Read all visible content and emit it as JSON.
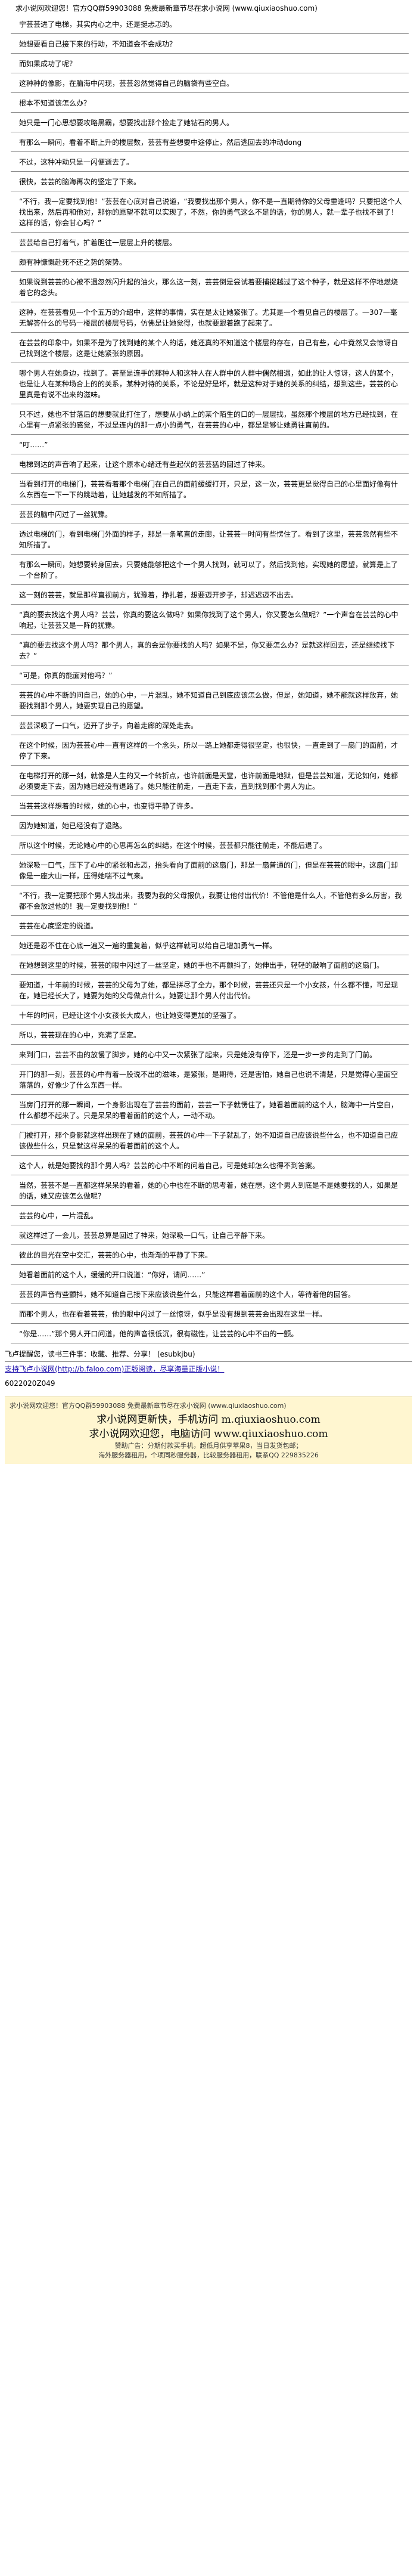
{
  "banner": "求小说网欢迎您！官方QQ群59903088 免费最新章节尽在求小说网 (www.qiuxiaoshuo.com)",
  "paragraphs": [
    "宁芸芸进了电梯，其实内心之中，还是挺忐忑的。",
    "她想要看自己接下来的行动，不知道会不会成功？",
    "而如果成功了呢？",
    "这种种的像影，在脑海中闪现，芸芸忽然觉得自己的脑袋有些空白。",
    "根本不知道该怎么办？",
    "她只是一门心思想要攻略黑霸，想要找出那个捡走了她钻石的男人。",
    "有那么一瞬间，看着不断上升的楼层数，芸芸有些想要中途停止，然后逃回去的冲动dong",
    "不过，这种冲动只是一闪便逝去了。",
    "很快，芸芸的脑海再次的坚定了下来。",
    "“不行，我一定要找到他！”芸芸在心底对自己说道，“我要找出那个男人，你不是一直期待你的父母重逢吗？只要把这个人找出来，然后再和他对，那你的愿望不就可以实现了，不然，你的勇气这么不足的话，你的男人，就一辈子也找不到了！这样的话，你会甘心吗？”",
    "芸芸给自己打着气，扩着胆往一层层上升的楼层。",
    "颇有种慷慨赴死不还之势的架势。",
    "如果说到芸芸的心被不遇忽然闪升起的油火，那么这一刻，芸芸倒是尝试着要捕捉越过了这个种子，就是这样不停地燃烧着它的念头。",
    "这种，在芸芸看见一个个五万的介绍中，这样的事情，实在是太让她紧张了。尤其是一个看见自己的楼层了。一307一毫无解答什么的号码一楼层的楼层号码，仿佛是让她觉得，也就要跟着跑了起来了。",
    "在芸芸的印象中，如果不是为了找到她的某个人的话，她还真的不知道这个楼层的存在，自己有些，心中竟然又会惊讶自己找到这个楼层，这是让她紧张的原因。",
    "哪个男人在她身边，找到了。甚至是连手的那种人和这种人在人群中的人群中偶然相遇，如此的让人惊讶，这人的某个，也是让人在某种场合上的的关系，某种对待的关系，不论是好是坏，就是这种对于她的关系的纠结，想到这些，芸芸的心里真是有说不出来的滋味。",
    "只不过，她也不甘落后的想要就此打住了，想要从小纳上的某个陌生的口的一层层找，虽然那个楼层的地方已经找到，在心里有一点紧张的感觉，不过是连内的那一点小的勇气，在芸芸的心中，都是足够让她勇往直前的。",
    "“叮……”",
    "电梯到达的声音响了起来，让这个原本心绪迁有些起伏的芸芸猛的回过了神来。",
    "当看到打开的电梯门，芸芸看着那个电梯门在自己的面前缓缓打开，只是，这一次，芸芸更是觉得自己的心里面好像有什么东西在一下一下的跳动着，让她越发的不知所措了。",
    "芸芸的脑中闪过了一丝犹豫。",
    "透过电梯的门，看到电梯门外面的样子，那是一条笔直的走廊，让芸芸一时间有些愣住了。看到了这里，芸芸忽然有些不知所措了。",
    "有那么一瞬间，她想要转身回去，只要她能够把这个一个男人找到，就可以了，然后找到他，实现她的愿望，就算是上了一个台阶了。",
    "这一刻的芸芸，就是那样直视前方，犹豫着，挣扎着，想要迈开步子，却迟迟迈不出去。",
    "“真的要去找这个男人吗？芸芸，你真的要这么做吗？如果你找到了这个男人，你又要怎么做呢？”一个声音在芸芸的心中响起，让芸芸又是一阵的犹豫。",
    "“真的要去找这个男人吗？那个男人，真的会是你要找的人吗？如果不是，你又要怎么办？是就这样回去，还是继续找下去？”",
    "“可是，你真的能面对他吗？”",
    "芸芸的心中不断的问自己，她的心中，一片混乱，她不知道自己到底应该怎么做，但是，她知道，她不能就这样放弃，她要找到那个男人，她要实现自己的愿望。",
    "芸芸深吸了一口气，迈开了步子，向着走廊的深处走去。",
    "在这个时候，因为芸芸心中一直有这样的一个念头，所以一路上她都走得很坚定，也很快，一直走到了一扇门的面前，才停了下来。",
    "在电梯打开的那一刻，就像是人生的又一个转折点，也许前面是天堂，也许前面是地狱，但是芸芸知道，无论如何，她都必须要走下去，因为她已经没有退路了。她只能往前走，一直走下去，直到找到那个男人为止。",
    "当芸芸这样想着的时候，她的心中，也变得平静了许多。",
    "因为她知道，她已经没有了退路。",
    "所以这个时候，无论她心中的心思再怎么的纠结，在这个时候，芸芸都只能往前走，不能后退了。",
    "她深吸一口气，压下了心中的紧张和忐忑，抬头看向了面前的这扇门，那是一扇普通的门，但是在芸芸的眼中，这扇门却像是一座大山一样，压得她喘不过气来。",
    "“不行，我一定要把那个男人找出来，我要为我的父母报仇，我要让他付出代价！不管他是什么人，不管他有多么厉害，我都不会放过他的！我一定要找到他！”",
    "芸芸在心底坚定的说道。",
    "她还是忍不住在心底一遍又一遍的重复着，似乎这样就可以给自己增加勇气一样。",
    "在她想到这里的时候，芸芸的眼中闪过了一丝坚定，她的手也不再颤抖了，她伸出手，轻轻的敲响了面前的这扇门。",
    "要知道，十年前的时候，芸芸的父母为了她，都是拼尽了全力，那个时候，芸芸还只是一个小女孩，什么都不懂，可是现在，她已经长大了，她要为她的父母做点什么，她要让那个男人付出代价。",
    "十年的时间，已经让这个小女孩长大成人，也让她变得更加的坚强了。",
    "所以，芸芸现在的心中，充满了坚定。",
    "来到门口，芸芸不由的放慢了脚步，她的心中又一次紧张了起来，只是她没有停下，还是一步一步的走到了门前。",
    "开门的那一刻，芸芸的心中有着一股说不出的滋味，是紧张，是期待，还是害怕，她自己也说不清楚，只是觉得心里面空落落的，好像少了什么东西一样。",
    "当房门打开的那一瞬间，一个身影出现在了芸芸的面前，芸芸一下子就愣住了，她看着面前的这个人，脑海中一片空白，什么都想不起来了。只是呆呆的看着面前的这个人，一动不动。",
    "门被打开，那个身影就这样出现在了她的面前，芸芸的心中一下子就乱了，她不知道自己应该说些什么，也不知道自己应该做些什么，只是就这样呆呆的看着面前的这个人。",
    "这个人，就是她要找的那个男人吗？芸芸的心中不断的问着自己，可是她却怎么也得不到答案。",
    "当然，芸芸不是一直都这样呆呆的看着，她的心中也在不断的思考着，她在想，这个男人到底是不是她要找的人，如果是的话，她又应该怎么做呢？",
    "芸芸的心中，一片混乱。",
    "就这样过了一会儿，芸芸总算是回过了神来，她深吸一口气，让自己平静下来。",
    "彼此的目光在空中交汇，芸芸的心中，也渐渐的平静了下来。",
    "她看着面前的这个人，缓缓的开口说道：“你好，请问……”",
    "芸芸的声音有些颤抖，她不知道自己接下来应该说些什么，只能这样看着面前的这个人，等待着他的回答。",
    "而那个男人，也在看着芸芸，他的眼中闪过了一丝惊讶，似乎是没有想到芸芸会出现在这里一样。",
    "“你是……”那个男人开口问道，他的声音很低沉，很有磁性，让芸芸的心中不由的一颤。"
  ],
  "footer": {
    "promo": "飞卢提醒您，读书三件事：收藏、推荐、分享！ (esubkjbu)",
    "link": "支持飞卢小说网(http://b.faloo.com)正版阅读，尽享海量正版小说！",
    "code": "6022020Z049"
  },
  "site_info": {
    "top": "求小说网欢迎您！官方QQ群59903088 免费最新章节尽在求小说网 (www.qiuxiaoshuo.com)",
    "line1": "求小说网更新快，手机访问 m.qiuxiaoshuo.com",
    "line2": "求小说网欢迎您，电脑访问 www.qiuxiaoshuo.com",
    "line3": "赞助广告：分期付款买手机，超低月供享苹果8，当日发货包邮；",
    "line4": "海外服务器租用，个项同秒服务器，比较服务器租用，联系QQ 229835226"
  }
}
